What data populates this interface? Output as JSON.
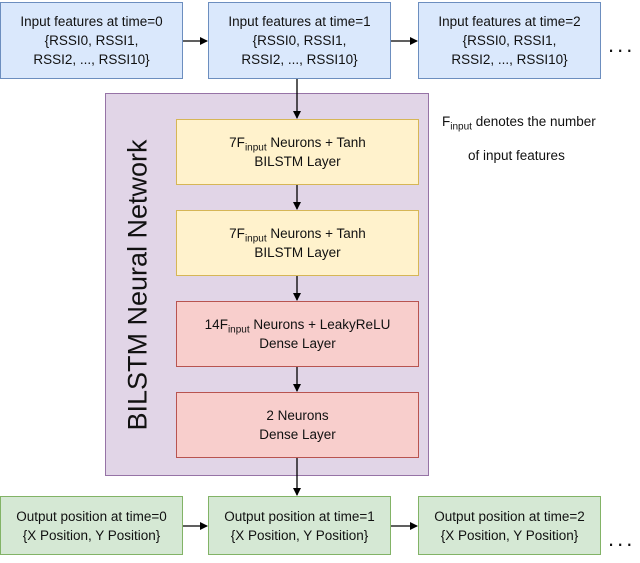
{
  "inputs": [
    {
      "line1": "Input features at time=0",
      "line2": "{RSSI0, RSSI1,",
      "line3": "RSSI2, ..., RSSI10}"
    },
    {
      "line1": "Input features at time=1",
      "line2": "{RSSI0, RSSI1,",
      "line3": "RSSI2, ..., RSSI10}"
    },
    {
      "line1": "Input features at time=2",
      "line2": "{RSSI0, RSSI1,",
      "line3": "RSSI2, ..., RSSI10}"
    }
  ],
  "ellipsis": "...",
  "network": {
    "title": "BILSTM Neural Network",
    "layers": [
      {
        "pre": "7F",
        "sub": "input",
        "post": " Neurons + Tanh",
        "line2": "BILSTM Layer"
      },
      {
        "pre": "7F",
        "sub": "input",
        "post": " Neurons + Tanh",
        "line2": "BILSTM Layer"
      },
      {
        "pre": "14F",
        "sub": "input",
        "post": " Neurons + LeakyReLU",
        "line2": "Dense Layer"
      },
      {
        "pre": "2 Neurons",
        "sub": "",
        "post": "",
        "line2": "Dense Layer"
      }
    ]
  },
  "note": {
    "pre": "F",
    "sub": "input",
    "post": " denotes the number",
    "line2": "of input features"
  },
  "outputs": [
    {
      "line1": "Output position at time=0",
      "line2": "{X Position, Y Position}"
    },
    {
      "line1": "Output position at time=1",
      "line2": "{X Position, Y Position}"
    },
    {
      "line1": "Output position at time=2",
      "line2": "{X Position, Y Position}"
    }
  ],
  "colors": {
    "input": "#dae8fc",
    "network": "#e1d5e7",
    "bilstm": "#fff2cc",
    "dense": "#f8cecc",
    "output": "#d5e8d4"
  }
}
